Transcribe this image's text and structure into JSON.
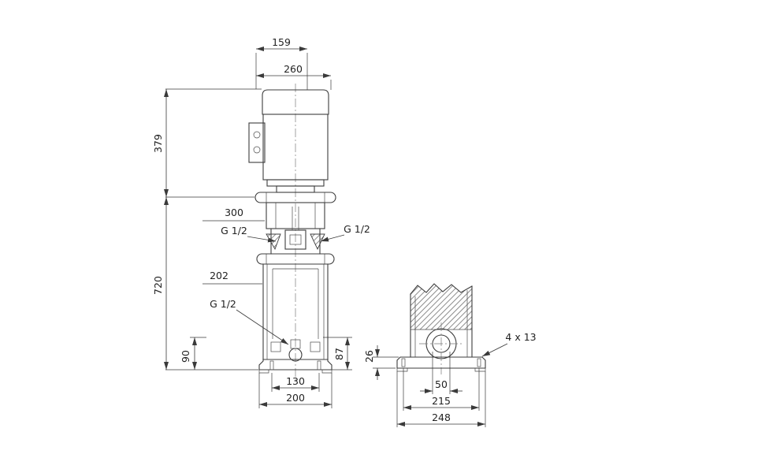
{
  "drawing": {
    "front": {
      "dim_159": "159",
      "dim_260": "260",
      "dim_379": "379",
      "dim_300": "300",
      "dim_720": "720",
      "dim_202": "202",
      "dim_90": "90",
      "dim_87": "87",
      "dim_130": "130",
      "dim_200": "200",
      "gauge_port_left": "G 1/2",
      "gauge_port_right": "G 1/2",
      "drain_port": "G 1/2"
    },
    "side": {
      "dim_26": "26",
      "dim_50": "50",
      "dim_215": "215",
      "dim_248": "248",
      "bolt_holes": "4 x 13"
    }
  }
}
